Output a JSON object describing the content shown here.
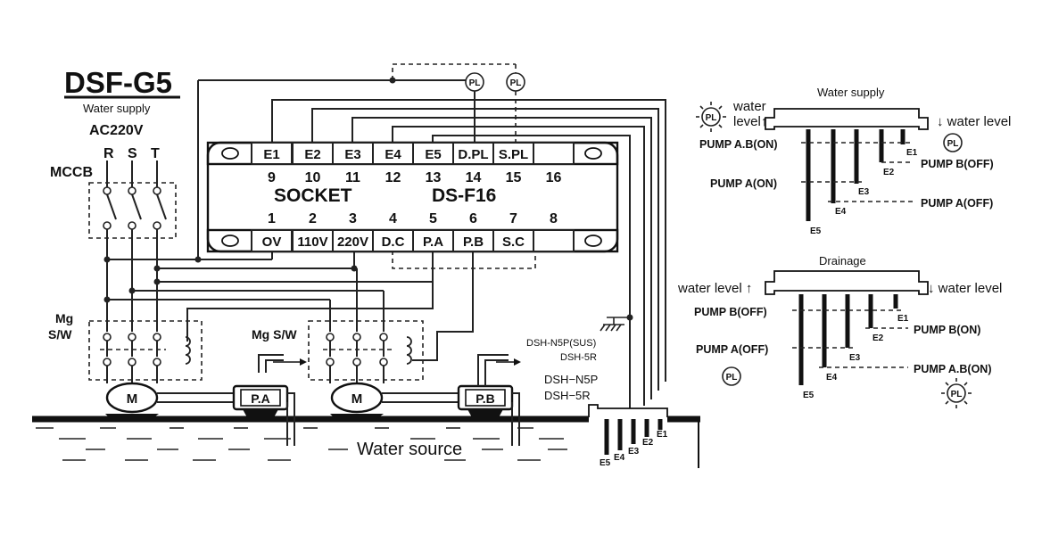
{
  "title": "DSF-G5",
  "supply_label": "Water supply",
  "voltage": "AC220V",
  "phases": [
    "R",
    "S",
    "T"
  ],
  "mccb": "MCCB",
  "mgsw": [
    "Mg",
    "S/W"
  ],
  "mgsw_inline": "Mg  S/W",
  "socket": {
    "title": "SOCKET",
    "model": "DS-F16",
    "top_labels": [
      "E1",
      "E2",
      "E3",
      "E4",
      "E5",
      "D.PL",
      "S.PL",
      ""
    ],
    "top_numbers": [
      "9",
      "10",
      "11",
      "12",
      "13",
      "14",
      "15",
      "16"
    ],
    "bottom_numbers": [
      "1",
      "2",
      "3",
      "4",
      "5",
      "6",
      "7",
      "8"
    ],
    "bottom_labels": [
      "OV",
      "110V",
      "220V",
      "D.C",
      "P.A",
      "P.B",
      "S.C",
      ""
    ]
  },
  "pl": "PL",
  "motor": "M",
  "pump_a": "P.A",
  "pump_b": "P.B",
  "water_source": "Water source",
  "holder_sus": "DSH-N5P(SUS)",
  "holder_5r_a": "DSH-5R",
  "holder_n5p": "DSH−N5P",
  "holder_5r_b": "DSH−5R",
  "electrodes": [
    "E1",
    "E2",
    "E3",
    "E4",
    "E5"
  ],
  "supply_panel": {
    "title": "Water supply",
    "water_level_up": [
      "water",
      "level↑"
    ],
    "water_level_down": "↓ water level",
    "labels": [
      "PUMP A.B(ON)",
      "PUMP B(OFF)",
      "PUMP A(ON)",
      "PUMP A(OFF)"
    ]
  },
  "drainage_panel": {
    "title": "Drainage",
    "water_level_up": "water level ↑",
    "water_level_down": "↓ water level",
    "labels": [
      "PUMP B(OFF)",
      "PUMP B(ON)",
      "PUMP A(OFF)",
      "PUMP A.B(ON)"
    ]
  }
}
